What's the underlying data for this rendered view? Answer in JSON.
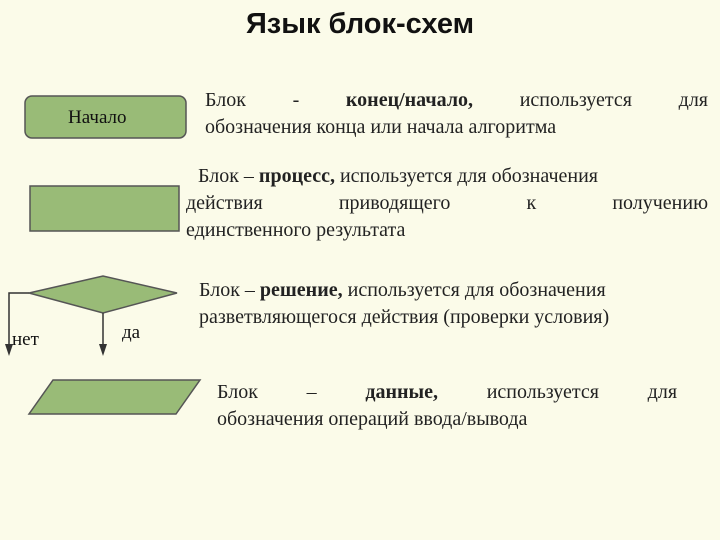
{
  "title": "Язык блок-схем",
  "blocks": {
    "terminal": {
      "shape_label": "Начало",
      "line1_a": "Блок",
      "line1_b": "-",
      "line1_bold": "конец/начало,",
      "line1_c": "используется",
      "line1_d": "для",
      "line2": "обозначения конца или начала алгоритма"
    },
    "process": {
      "line1_a": "Блок –",
      "line1_bold": "процесс,",
      "line1_c": "используется для обозначения",
      "line2_a": "действия",
      "line2_b": "приводящего",
      "line2_c": "к",
      "line2_d": "получению",
      "line3": "единственного результата"
    },
    "decision": {
      "label_no": "нет",
      "label_yes": "да",
      "line1_a": "Блок –",
      "line1_bold": "решение,",
      "line1_c": "используется для обозначения",
      "line2": "разветвляющегося действия (проверки условия)"
    },
    "data": {
      "line1_a": "Блок",
      "line1_b": "–",
      "line1_bold": "данные,",
      "line1_c": "используется",
      "line1_d": "для",
      "line2": "обозначения операций ввода/вывода"
    }
  },
  "colors": {
    "shape_fill": "#99bb77",
    "shape_stroke": "#555555",
    "background": "#fbfbe9"
  }
}
